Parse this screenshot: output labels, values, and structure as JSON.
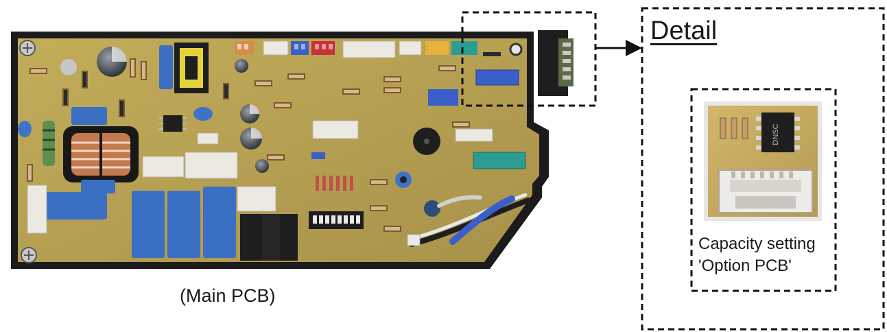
{
  "main_caption": "(Main PCB)",
  "detail": {
    "title": "Detail",
    "caption_line1": "Capacity setting",
    "caption_line2": "'Option PCB'"
  },
  "option_chip_label": "DNSC",
  "colors": {
    "board_green": "#b8a24f",
    "board_frame": "#1b1b1b",
    "relay_blue": "#3a6fc4",
    "relay_black": "#1e1e1e",
    "connector_white": "#ece9e2",
    "connector_blue": "#3b5fc8",
    "connector_red": "#c8303a",
    "connector_orange": "#d98c4a",
    "connector_yellow": "#e7b13c",
    "connector_teal": "#2b9c92",
    "dashed_line": "#111111"
  }
}
